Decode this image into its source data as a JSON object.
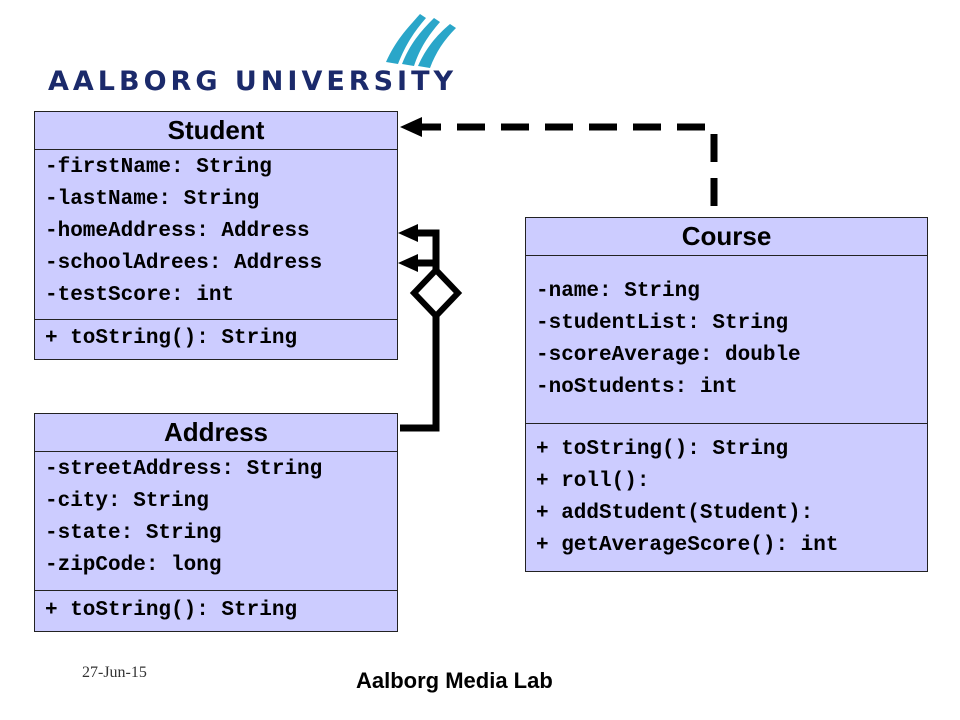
{
  "logo": {
    "text": "AALBORG UNIVERSITY",
    "colors": {
      "text": "#1b2a6b",
      "mark": "#2aa6c9"
    }
  },
  "classes": {
    "student": {
      "name": "Student",
      "attributes": [
        "-firstName: String",
        "-lastName: String",
        "-homeAddress: Address",
        "-schoolAdrees: Address",
        "-testScore: int"
      ],
      "methods": [
        "+ toString(): String"
      ]
    },
    "address": {
      "name": "Address",
      "attributes": [
        "-streetAddress: String",
        "-city: String",
        "-state: String",
        "-zipCode: long"
      ],
      "methods": [
        "+ toString(): String"
      ]
    },
    "course": {
      "name": "Course",
      "attributes": [
        "-name: String",
        "-studentList: String",
        "-scoreAverage: double",
        "-noStudents: int"
      ],
      "methods": [
        "+ toString(): String",
        "+ roll():",
        "+ addStudent(Student):",
        "+ getAverageScore(): int"
      ]
    }
  },
  "colors": {
    "class_fill": "#ccccff",
    "line": "#000000"
  },
  "footer": {
    "date": "27-Jun-15",
    "lab": "Aalborg Media Lab"
  }
}
